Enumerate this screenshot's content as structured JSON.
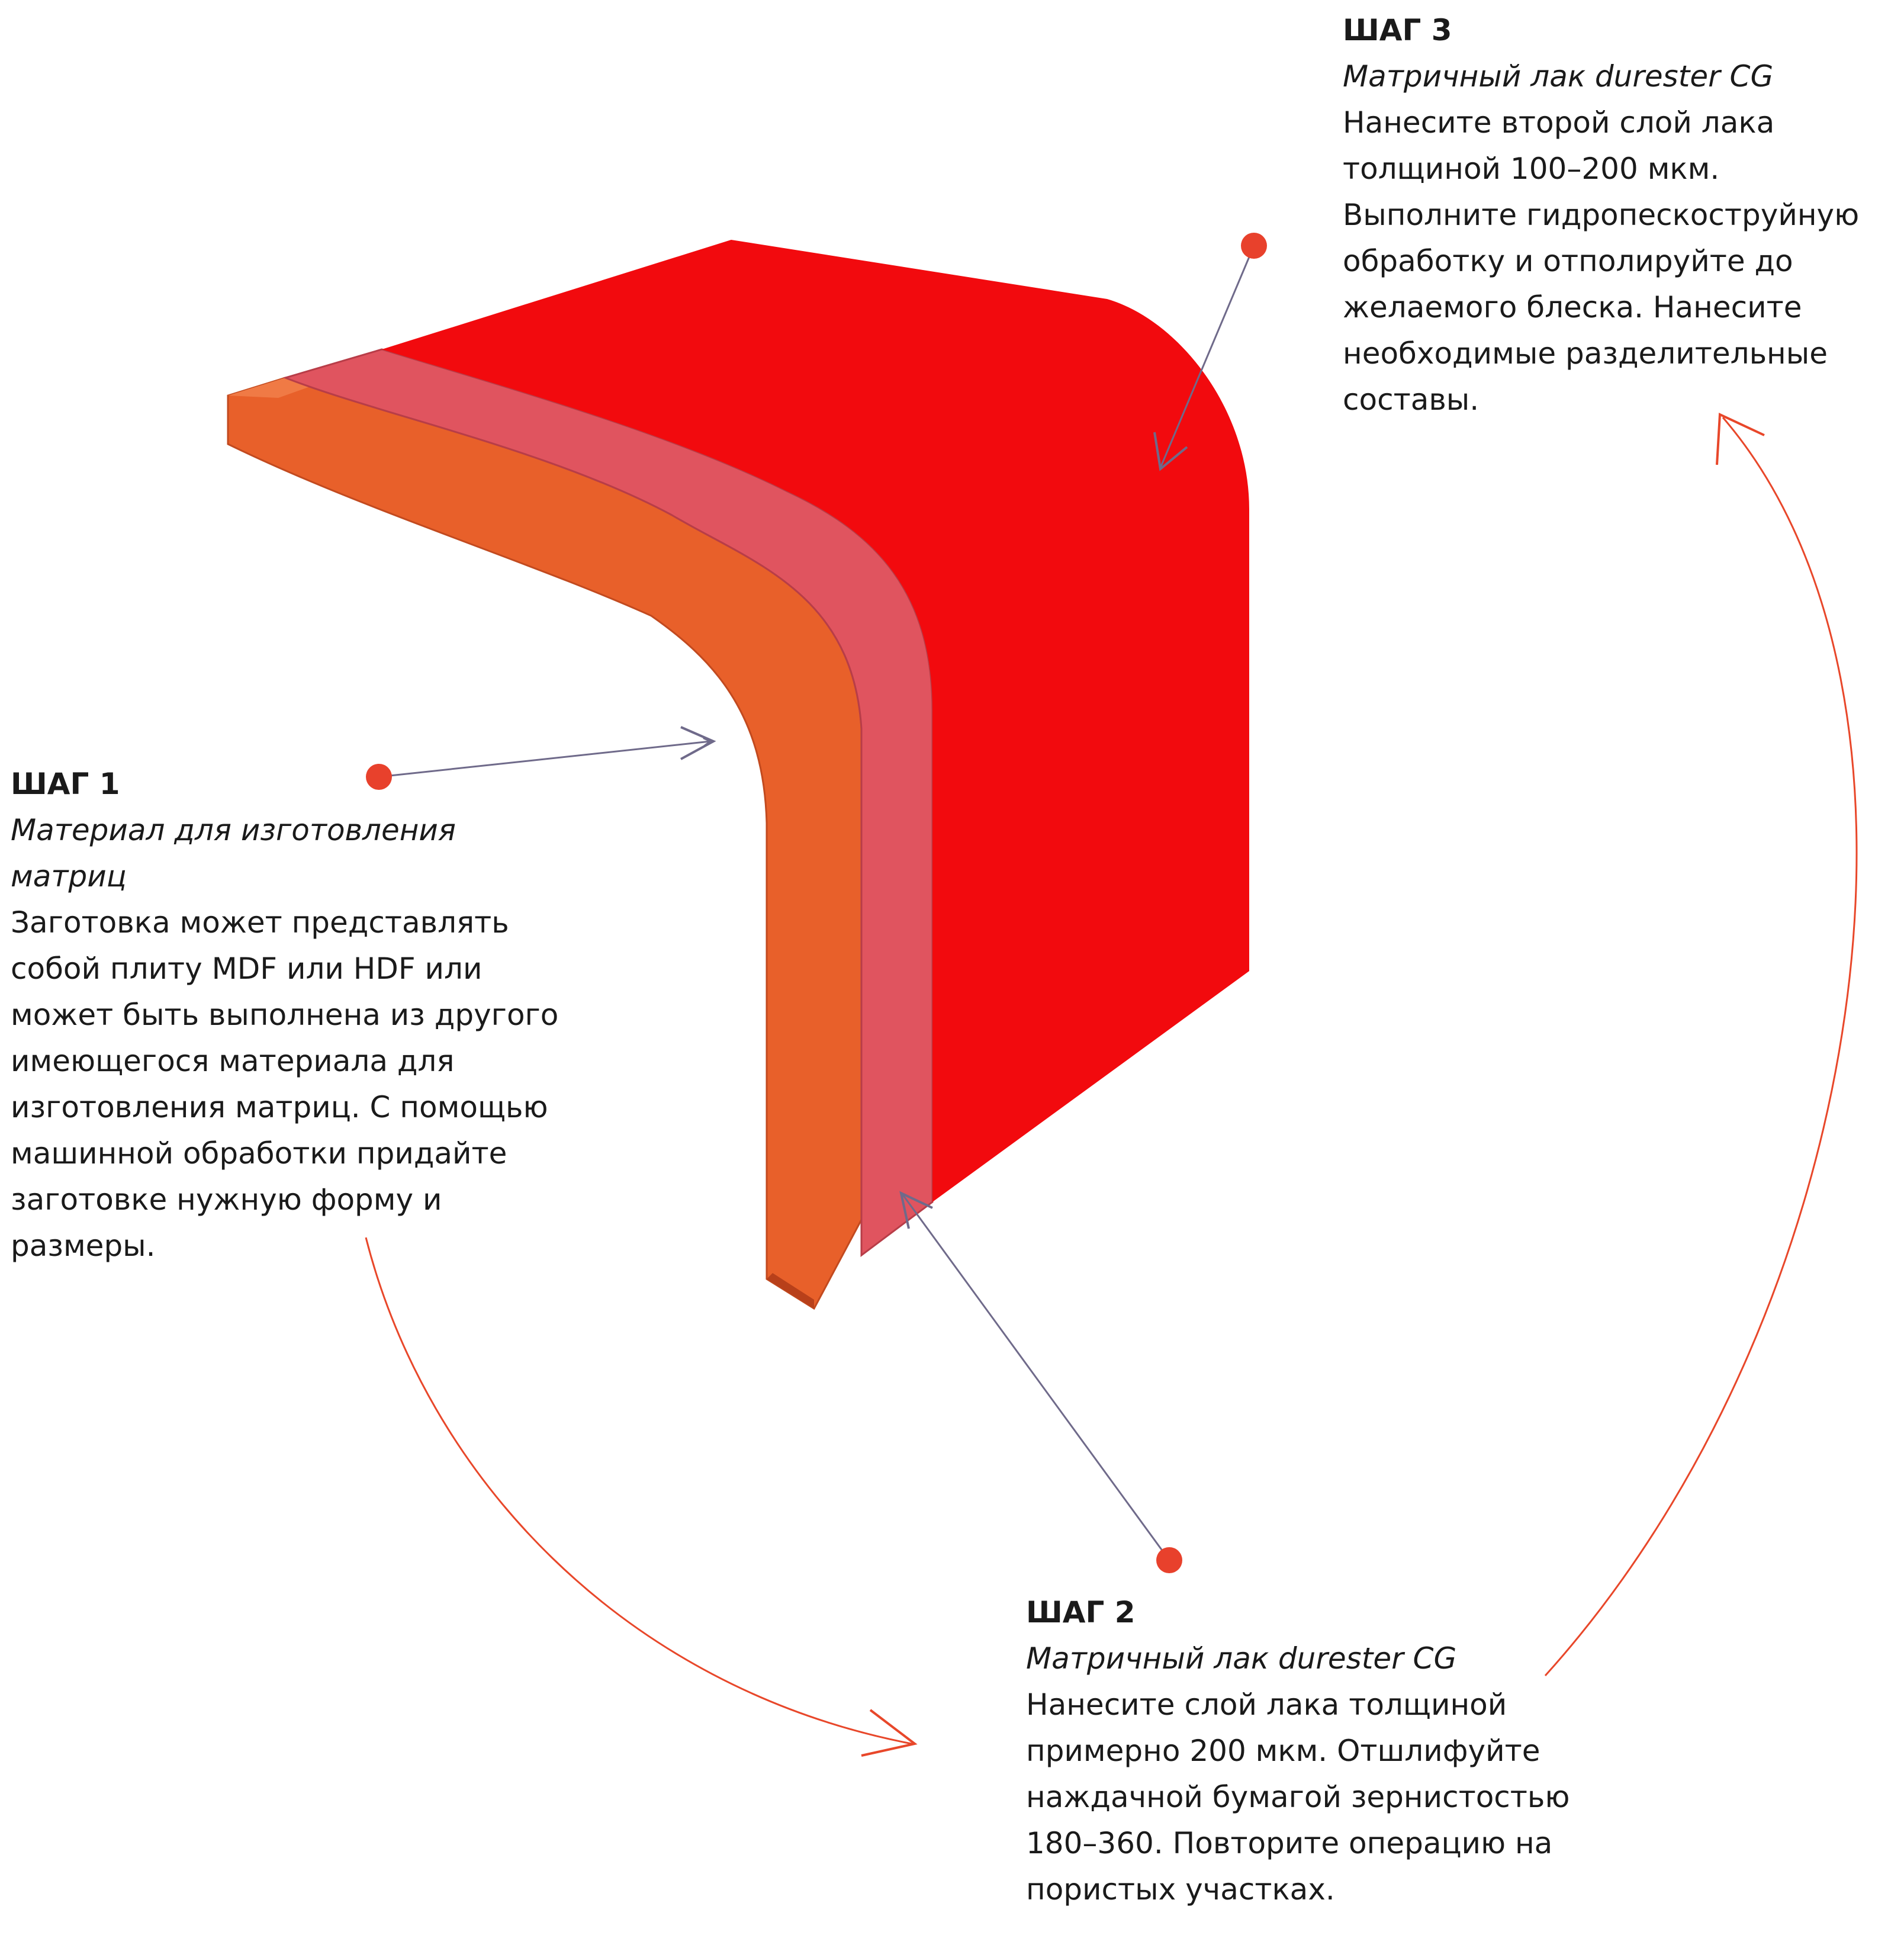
{
  "colors": {
    "substrate": "#e8602a",
    "coat1": "#e0545f",
    "coat2": "#f20a0e",
    "arrow_line": "#6f6a8a",
    "cycle_arrow": "#e8472a",
    "marker": "#e8412c"
  },
  "steps": {
    "step1": {
      "heading": "ШАГ 1",
      "material_lines": [
        "Материал  для изготовления",
        "матриц"
      ],
      "text_lines": [
        "Заготовка может представлять",
        "собой плиту MDF или HDF или",
        "может быть выполнена из другого",
        "имеющегося материала для",
        "изготовления матриц. С помощью",
        "машинной обработки придайте",
        "заготовке нужную форму и",
        "размеры."
      ]
    },
    "step2": {
      "heading": "ШАГ 2",
      "material_lines": [
        "Матричный лак durester CG"
      ],
      "text_lines": [
        "Нанесите слой  лака толщиной",
        "примерно 200 мкм. Отшлифуйте",
        "наждачной бумагой  зернистостью",
        "180–360. Повторите операцию на",
        "пористых участках."
      ]
    },
    "step3": {
      "heading": "ШАГ 3",
      "material_lines": [
        "Матричный лак durester CG"
      ],
      "text_lines": [
        "Нанесите второй слой лака",
        "толщиной 100–200 мкм.",
        "Выполните гидропескоструйную",
        "обработку и отполируйте до",
        "желаемого блеска. Нанесите",
        "необходимые разделительные",
        "составы."
      ]
    }
  }
}
